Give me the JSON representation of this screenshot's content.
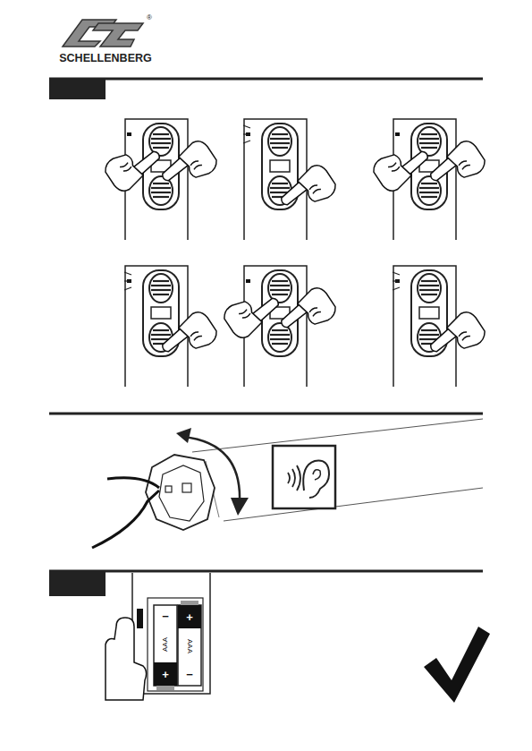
{
  "diagram": {
    "labels": [
      "SCHELLENBERG",
      "®",
      "−",
      "AAA",
      "+",
      "+",
      "AAA",
      "−"
    ]
  }
}
